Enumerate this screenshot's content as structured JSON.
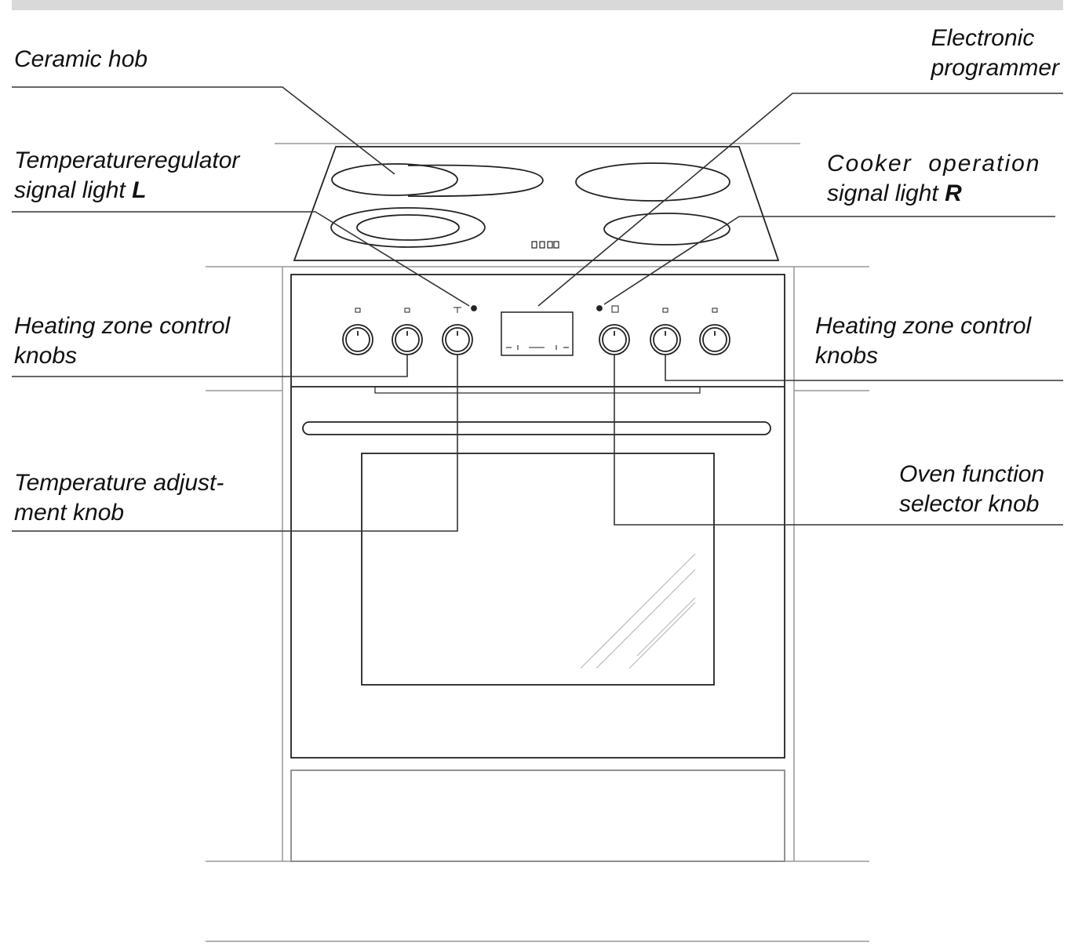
{
  "labels": {
    "ceramic_hob": "Ceramic hob",
    "electronic_programmer": {
      "line1": "Electronic",
      "line2": "programmer"
    },
    "temp_regulator_light": {
      "line1": "Temperatureregulator",
      "line2_text": "signal light ",
      "line2_letter": "L"
    },
    "cooker_operation_light": {
      "line1": "Cooker  operation",
      "line2_text": "signal light ",
      "line2_letter": "R"
    },
    "heating_zone_left": {
      "line1": "Heating zone control",
      "line2": "knobs"
    },
    "heating_zone_right": {
      "line1": "Heating zone control",
      "line2": "knobs"
    },
    "temperature_adjustment": {
      "line1": "Temperature adjust-",
      "line2": "ment knob"
    },
    "oven_function_selector": {
      "line1": "Oven function",
      "line2": "selector knob"
    }
  }
}
